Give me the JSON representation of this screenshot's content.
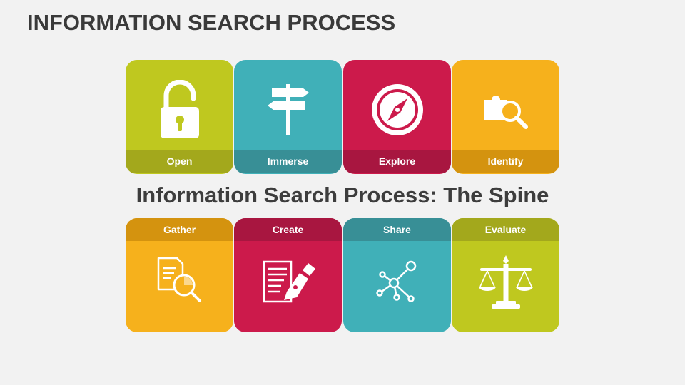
{
  "title": "INFORMATION SEARCH PROCESS",
  "subtitle": "Information Search Process: The Spine",
  "top_tiles": [
    {
      "label": "Open",
      "icon": "padlock-open-icon",
      "color": "#bfc81f",
      "band_color": "#a3a81c"
    },
    {
      "label": "Immerse",
      "icon": "signpost-icon",
      "color": "#40b0b8",
      "band_color": "#388f96"
    },
    {
      "label": "Explore",
      "icon": "compass-icon",
      "color": "#cc1a4b",
      "band_color": "#a81640"
    },
    {
      "label": "Identify",
      "icon": "puzzle-search-icon",
      "color": "#f6b11c",
      "band_color": "#d4930f"
    }
  ],
  "bottom_tiles": [
    {
      "label": "Gather",
      "icon": "document-search-icon",
      "color": "#f6b11c",
      "band_color": "#d4930f"
    },
    {
      "label": "Create",
      "icon": "document-pen-icon",
      "color": "#cc1a4b",
      "band_color": "#a81640"
    },
    {
      "label": "Share",
      "icon": "network-nodes-icon",
      "color": "#40b0b8",
      "band_color": "#388f96"
    },
    {
      "label": "Evaluate",
      "icon": "balance-scale-icon",
      "color": "#bfc81f",
      "band_color": "#a3a81c"
    }
  ]
}
